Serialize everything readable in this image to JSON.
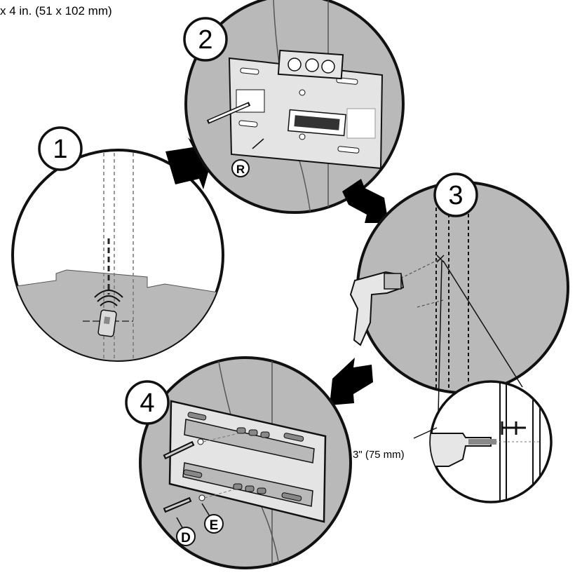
{
  "top_caption": "x 4 in. (51 x 102 mm)",
  "dimension_caption": "3\" (75 mm)",
  "steps": [
    {
      "number": "1"
    },
    {
      "number": "2"
    },
    {
      "number": "3"
    },
    {
      "number": "4"
    }
  ],
  "part_labels": {
    "r": "R",
    "d": "D",
    "e": "E"
  },
  "colors": {
    "panel_fill": "#b9b9b9",
    "outline": "#111111",
    "background": "#ffffff"
  }
}
